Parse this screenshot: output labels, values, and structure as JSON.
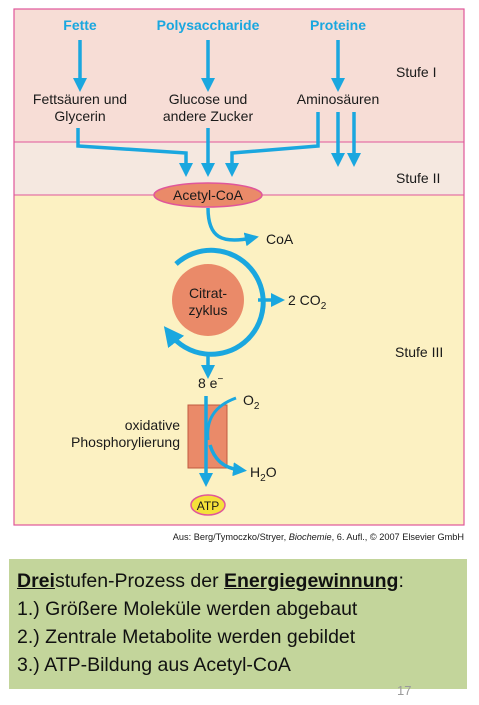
{
  "diagram": {
    "inputs": [
      "Fette",
      "Polysaccharide",
      "Proteine"
    ],
    "products": {
      "fette": [
        "Fettsäuren und",
        "Glycerin"
      ],
      "zucker": [
        "Glucose und",
        "andere Zucker"
      ],
      "amino": "Aminosäuren"
    },
    "stages": [
      "Stufe I",
      "Stufe II",
      "Stufe III"
    ],
    "acetyl": "Acetyl-CoA",
    "coa": "CoA",
    "cycle": [
      "Citrat-",
      "zyklus"
    ],
    "co2_prefix": "2 CO",
    "co2_sub": "2",
    "electrons": "8 e",
    "electrons_sup": "−",
    "o2_prefix": "O",
    "o2_sub": "2",
    "oxphos": [
      "oxidative",
      "Phosphorylierung"
    ],
    "h2o_h": "H",
    "h2o_sub": "2",
    "h2o_o": "O",
    "atp": "ATP",
    "citation_prefix": "Aus: Berg/Tymoczko/Stryer, ",
    "citation_italic": "Biochemie",
    "citation_suffix": ", 6. Aufl., © 2007 Elsevier GmbH",
    "colors": {
      "stage1": "#f7ddd6",
      "stage2": "#f5e8e0",
      "stage3": "#fcf1c2",
      "arrow": "#1aa7df",
      "cycle": "#ea8a69",
      "border": "#e0569a",
      "summary": "#c3d59b"
    }
  },
  "summary": {
    "l1_a": "Drei",
    "l1_b": "stufen-Prozess der ",
    "l1_c": "Energiegewinnung",
    "l1_d": ":",
    "items": [
      "1.) Größere Moleküle werden abgebaut",
      "2.) Zentrale Metabolite werden gebildet",
      "3.) ATP-Bildung aus Acetyl-CoA"
    ]
  },
  "page_number": "17"
}
